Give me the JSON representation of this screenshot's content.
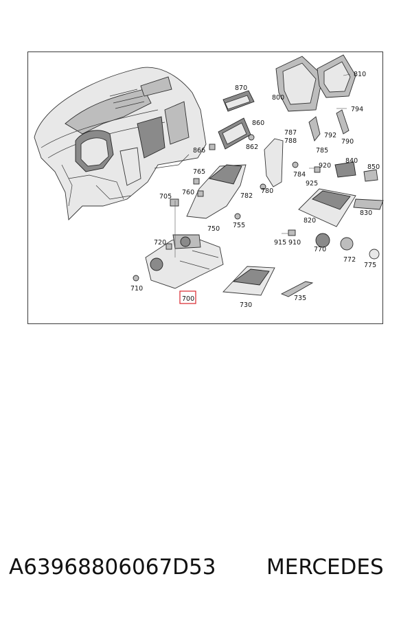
{
  "diagram": {
    "callouts": [
      {
        "id": "810",
        "text": "810"
      },
      {
        "id": "800",
        "text": "800"
      },
      {
        "id": "870",
        "text": "870"
      },
      {
        "id": "794",
        "text": "794"
      },
      {
        "id": "860",
        "text": "860"
      },
      {
        "id": "787",
        "text": "787"
      },
      {
        "id": "792",
        "text": "792"
      },
      {
        "id": "788",
        "text": "788"
      },
      {
        "id": "790",
        "text": "790"
      },
      {
        "id": "785",
        "text": "785"
      },
      {
        "id": "866",
        "text": "866"
      },
      {
        "id": "862",
        "text": "862"
      },
      {
        "id": "840",
        "text": "840"
      },
      {
        "id": "920",
        "text": "920"
      },
      {
        "id": "850",
        "text": "850"
      },
      {
        "id": "765",
        "text": "765"
      },
      {
        "id": "784",
        "text": "784"
      },
      {
        "id": "925",
        "text": "925"
      },
      {
        "id": "780",
        "text": "780"
      },
      {
        "id": "760",
        "text": "760"
      },
      {
        "id": "782",
        "text": "782"
      },
      {
        "id": "705",
        "text": "705"
      },
      {
        "id": "830",
        "text": "830"
      },
      {
        "id": "755",
        "text": "755"
      },
      {
        "id": "820",
        "text": "820"
      },
      {
        "id": "750",
        "text": "750"
      },
      {
        "id": "915",
        "text": "915"
      },
      {
        "id": "910",
        "text": "910"
      },
      {
        "id": "720",
        "text": "720"
      },
      {
        "id": "770",
        "text": "770"
      },
      {
        "id": "772",
        "text": "772"
      },
      {
        "id": "775",
        "text": "775"
      },
      {
        "id": "710",
        "text": "710"
      },
      {
        "id": "735",
        "text": "735"
      },
      {
        "id": "700",
        "text": "700"
      },
      {
        "id": "730",
        "text": "730"
      }
    ],
    "highlighted_callout": "700",
    "highlight_color": "#d9262c"
  },
  "caption": {
    "part_number": "A63968806067D53",
    "brand": "MERCEDES"
  }
}
